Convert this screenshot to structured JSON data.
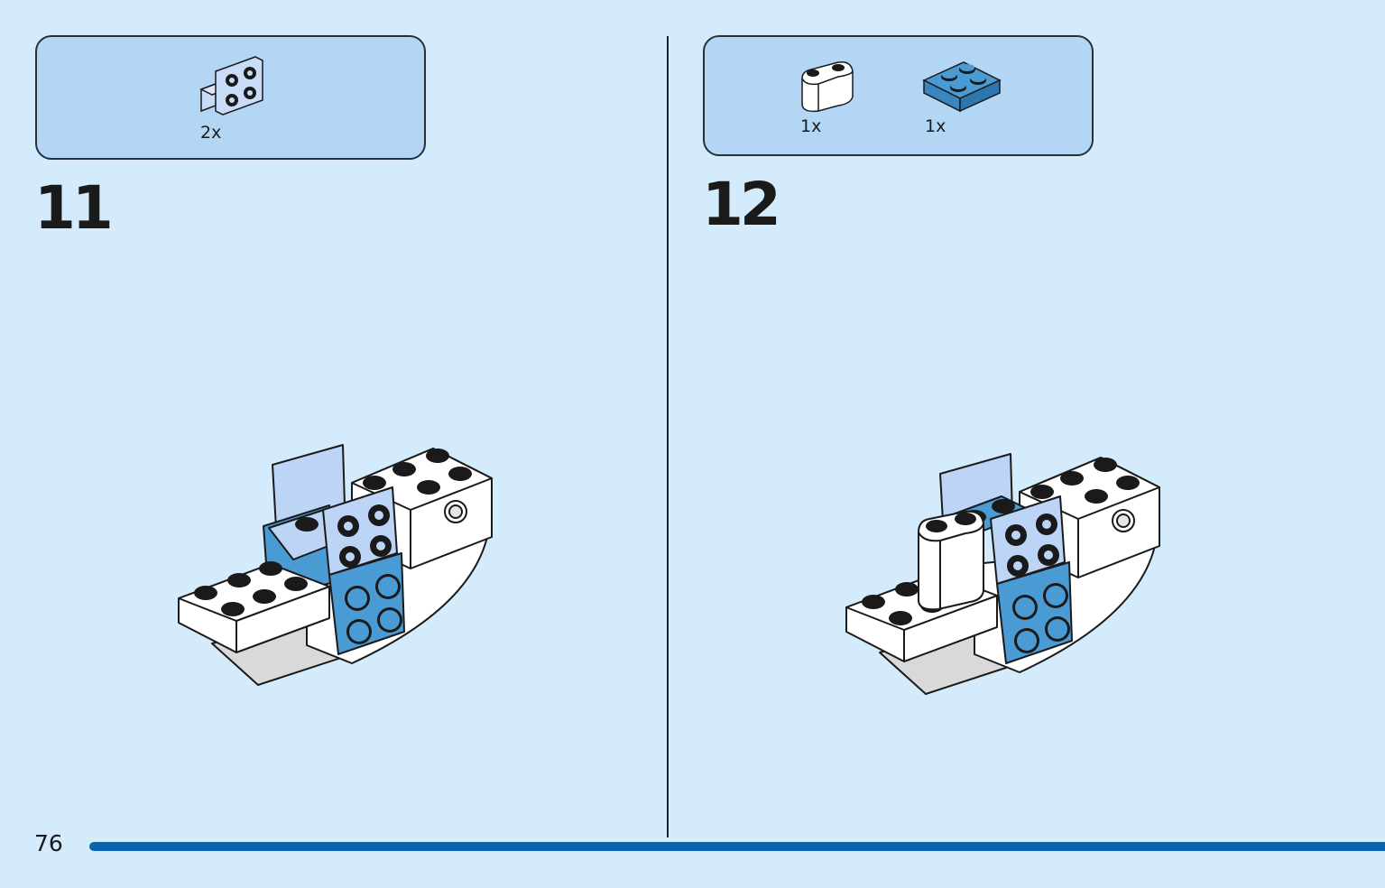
{
  "steps": [
    {
      "number": "11",
      "parts": [
        {
          "qty": "2x",
          "icon": "bracket-plate-icon"
        }
      ]
    },
    {
      "number": "12",
      "parts": [
        {
          "qty": "1x",
          "icon": "white-round-brick-icon"
        },
        {
          "qty": "1x",
          "icon": "blue-plate-icon"
        }
      ]
    }
  ],
  "page_number": "76",
  "colors": {
    "background": "#d4ebfb",
    "callout": "#b3d6f4",
    "white_brick": "#ffffff",
    "medium_blue": "#4a9bd4",
    "light_blue": "#bcd4f5",
    "footer_bar": "#0a63ad"
  }
}
